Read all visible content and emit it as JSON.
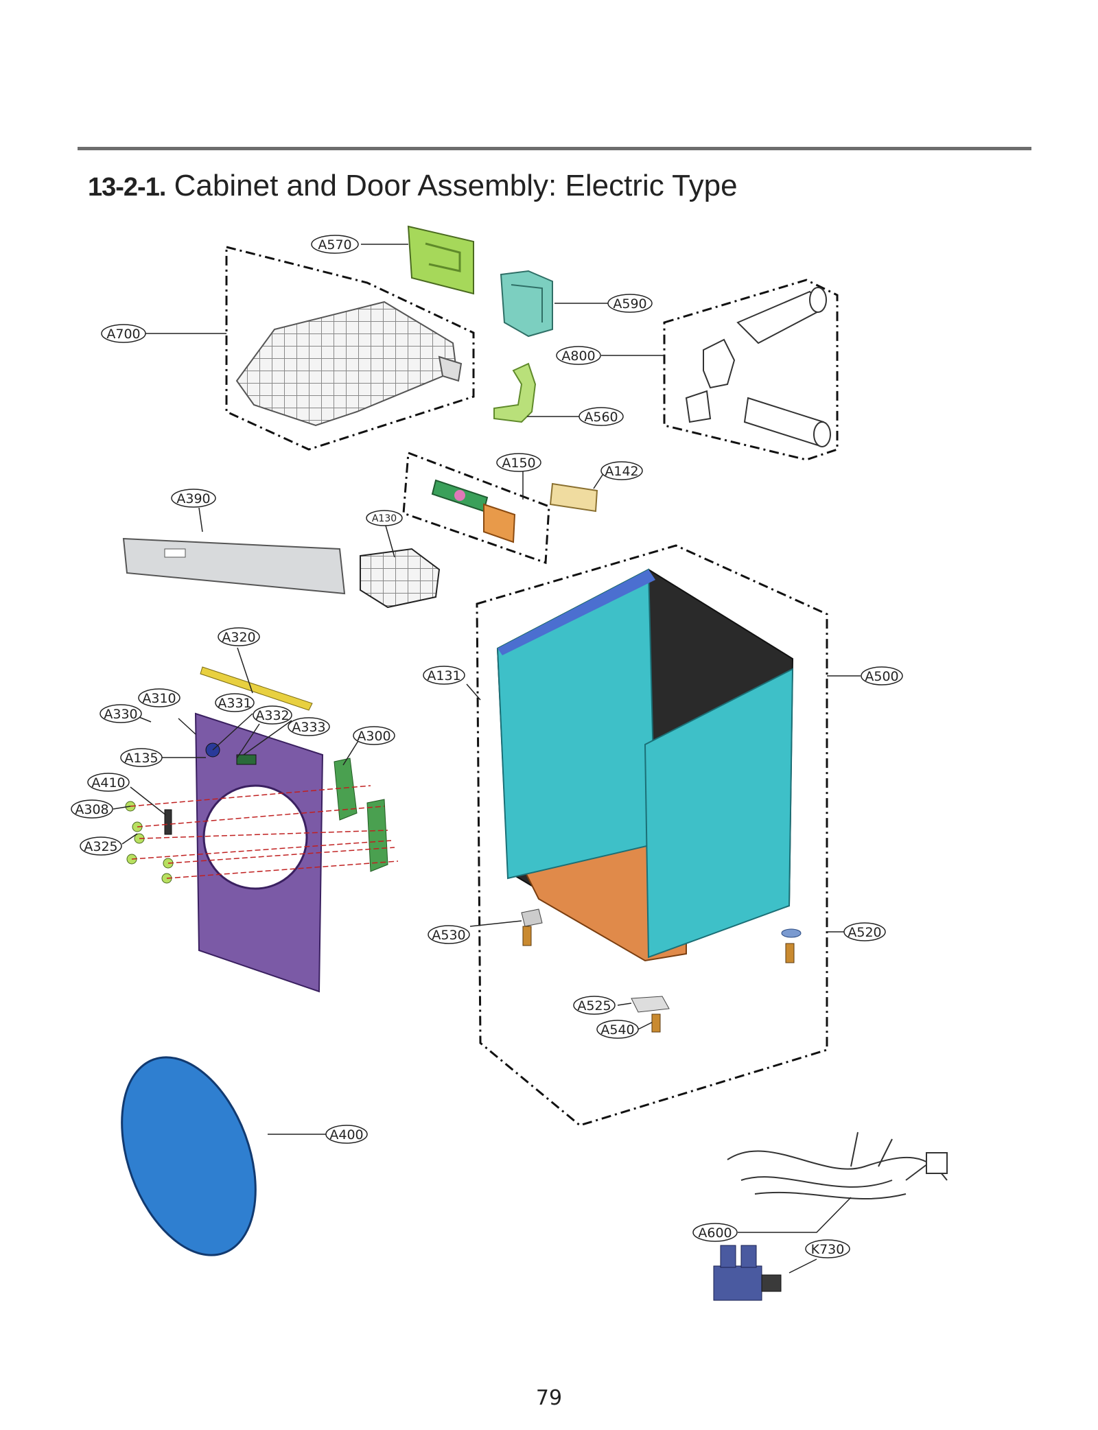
{
  "header": {
    "section_number": "13-2-1.",
    "title": "Cabinet and Door Assembly: Electric Type"
  },
  "parts": [
    "A570",
    "A590",
    "A700",
    "A800",
    "A560",
    "A150",
    "A142",
    "A390",
    "A130",
    "A320",
    "A131",
    "A500",
    "A310",
    "A330",
    "A331",
    "A332",
    "A333",
    "A300",
    "A135",
    "A410",
    "A308",
    "A325",
    "A530",
    "A520",
    "A525",
    "A540",
    "A400",
    "A600",
    "K730"
  ],
  "footer": {
    "page_number": "79"
  },
  "colors": {
    "cabinet": "#3ec0c8",
    "base": "#e08a4a",
    "front_panel": "#7b5aa6",
    "door": "#2f7fd0",
    "green_parts": "#9ccf4a",
    "light_green": "#8fe0b8",
    "leader": "#222222"
  }
}
